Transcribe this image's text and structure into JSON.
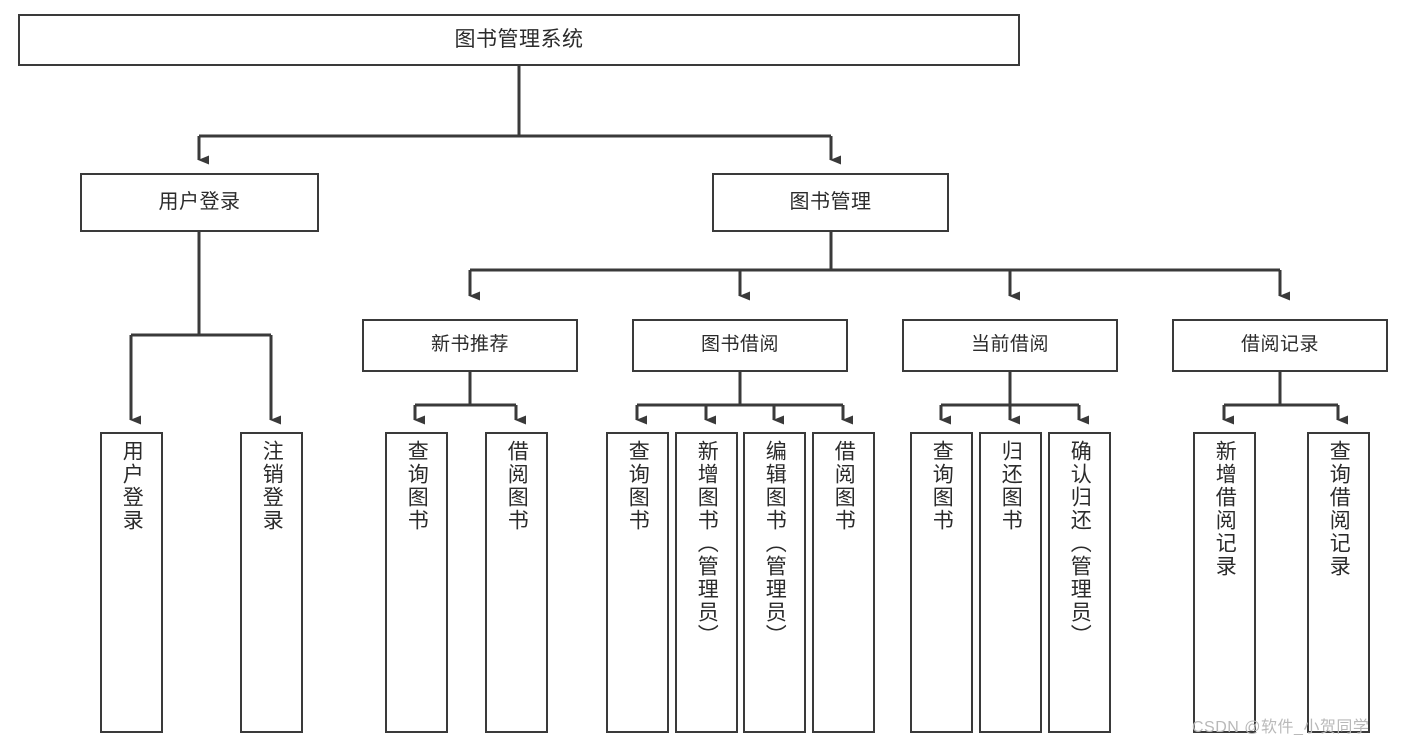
{
  "diagram": {
    "title": "图书管理系统",
    "type": "functional-structure-tree",
    "colors": {
      "line": "#3a3a3a",
      "box_border": "#3a3a3a",
      "box_fill": "#ffffff",
      "text": "#2b2b2b",
      "background": "#ffffff",
      "watermark": "#b9b9b9"
    },
    "root": {
      "label": "图书管理系统"
    },
    "level2": [
      {
        "label": "用户登录"
      },
      {
        "label": "图书管理"
      }
    ],
    "level3": [
      {
        "label": "新书推荐"
      },
      {
        "label": "图书借阅"
      },
      {
        "label": "当前借阅"
      },
      {
        "label": "借阅记录"
      }
    ],
    "leaves": {
      "user_login": [
        {
          "label": "用户登录"
        },
        {
          "label": "注销登录"
        }
      ],
      "new_book_recommend": [
        {
          "label": "查询图书"
        },
        {
          "label": "借阅图书"
        }
      ],
      "book_borrow": [
        {
          "label": "查询图书"
        },
        {
          "label": "新增图书（管理员）"
        },
        {
          "label": "编辑图书（管理员）"
        },
        {
          "label": "借阅图书"
        }
      ],
      "current_borrow": [
        {
          "label": "查询图书"
        },
        {
          "label": "归还图书"
        },
        {
          "label": "确认归还（管理员）"
        }
      ],
      "borrow_record": [
        {
          "label": "新增借阅记录"
        },
        {
          "label": "查询借阅记录"
        }
      ]
    },
    "watermark": "CSDN @软件_小贺同学"
  }
}
